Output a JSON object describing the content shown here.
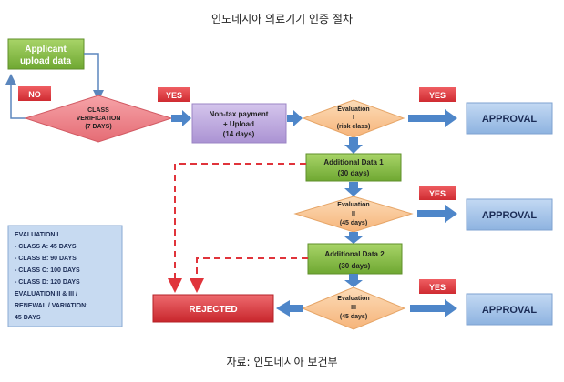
{
  "title": "인도네시아 의료기기 인증 절차",
  "source": "자료: 인도네시아 보건부",
  "colors": {
    "green": "#8ec548",
    "diamond_pink": "#f0868e",
    "diamond_orange": "#fac99a",
    "purple": "#c2aee0",
    "blue_box": "#a9c7ea",
    "red_box": "#e2454a",
    "arrow_blue": "#4e86c9",
    "dash_red": "#e0343b"
  },
  "nodes": {
    "applicant": [
      "Applicant",
      "upload data"
    ],
    "class_verification": [
      "CLASS",
      "VERIFICATION",
      "(7 DAYS)"
    ],
    "non_tax_payment": [
      "Non-tax payment",
      "+ Upload",
      "(14 days)"
    ],
    "evaluation_1": [
      "Evaluation",
      "I",
      "(risk class)"
    ],
    "additional_data_1": [
      "Additional Data 1",
      "(30 days)"
    ],
    "evaluation_2": [
      "Evaluation",
      "II",
      "(45 days)"
    ],
    "additional_data_2": [
      "Additional Data 2",
      "(30 days)"
    ],
    "evaluation_3": [
      "Evaluation",
      "III",
      "(45 days)"
    ],
    "approval_1": "APPROVAL",
    "approval_2": "APPROVAL",
    "approval_3": "APPROVAL",
    "rejected": "REJECTED"
  },
  "badges": {
    "no": "NO",
    "yes_class": "YES",
    "yes_eval1": "YES",
    "yes_eval2": "YES",
    "yes_eval3": "YES"
  },
  "legend": [
    "EVALUATION I",
    "- CLASS A: 45 DAYS",
    "- CLASS B: 90 DAYS",
    "- CLASS C: 100 DAYS",
    "- CLASS D: 120 DAYS",
    "EVALUATION II & III /",
    "RENEWAL / VARIATION:",
    "45 DAYS"
  ]
}
